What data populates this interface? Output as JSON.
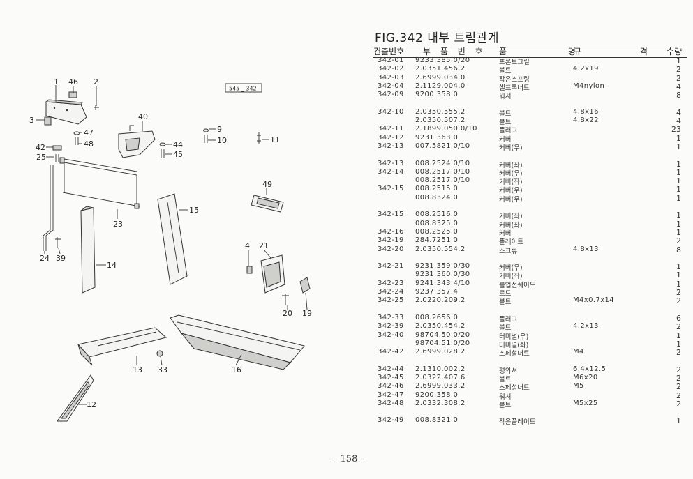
{
  "figure_title": "FIG.342 내부 트림관계",
  "headers": {
    "index": "건출번호",
    "part_no": "부 품 번 호",
    "name": "품 명",
    "spec": "규 격",
    "qty": "수량"
  },
  "reference_box": "545 _ 342",
  "page_number": "- 158 -",
  "callouts": [
    "1",
    "46",
    "2",
    "3",
    "47",
    "48",
    "42",
    "25",
    "40",
    "44",
    "45",
    "9",
    "10",
    "11",
    "23",
    "49",
    "15",
    "4",
    "21",
    "24",
    "39",
    "14",
    "20",
    "19",
    "13",
    "33",
    "16",
    "12"
  ],
  "rows": [
    {
      "idx": "342-01",
      "pn": "9233.385.0/20",
      "name": "프론트그릴",
      "spec": "",
      "qty": "1"
    },
    {
      "idx": "342-02",
      "pn": "2.0351.456.2",
      "name": "볼트",
      "spec": "4.2x19",
      "qty": "2"
    },
    {
      "idx": "342-03",
      "pn": "2.6999.034.0",
      "name": "작은스프링",
      "spec": "",
      "qty": "2"
    },
    {
      "idx": "342-04",
      "pn": "2.1129.004.0",
      "name": "셀프록너트",
      "spec": "M4nylon",
      "qty": "4"
    },
    {
      "idx": "342-09",
      "pn": "9200.358.0",
      "name": "워셔",
      "spec": "",
      "qty": "8"
    },
    {
      "gap": true
    },
    {
      "idx": "342-10",
      "pn": "2.0350.555.2",
      "name": "볼트",
      "spec": "4.8x16",
      "qty": "4"
    },
    {
      "idx": "",
      "pn": "2.0350.507.2",
      "name": "볼트",
      "spec": "4.8x22",
      "qty": "4"
    },
    {
      "idx": "342-11",
      "pn": "2.1899.050.0/10",
      "name": "플러그",
      "spec": "",
      "qty": "23"
    },
    {
      "idx": "342-12",
      "pn": "9231.363.0",
      "name": "커버",
      "spec": "",
      "qty": "1"
    },
    {
      "idx": "342-13",
      "pn": "007.5821.0/10",
      "name": "커버(우)",
      "spec": "",
      "qty": "1"
    },
    {
      "gap": true
    },
    {
      "idx": "342-13",
      "pn": "008.2524.0/10",
      "name": "커버(좌)",
      "spec": "",
      "qty": "1"
    },
    {
      "idx": "342-14",
      "pn": "008.2517.0/10",
      "name": "커버(우)",
      "spec": "",
      "qty": "1"
    },
    {
      "idx": "",
      "pn": "008.2517.0/10",
      "name": "커버(좌)",
      "spec": "",
      "qty": "1"
    },
    {
      "idx": "342-15",
      "pn": "008.2515.0",
      "name": "커버(우)",
      "spec": "",
      "qty": "1"
    },
    {
      "idx": "",
      "pn": "008.8324.0",
      "name": "커버(우)",
      "spec": "",
      "qty": "1"
    },
    {
      "gap": true
    },
    {
      "idx": "342-15",
      "pn": "008.2516.0",
      "name": "커버(좌)",
      "spec": "",
      "qty": "1"
    },
    {
      "idx": "",
      "pn": "008.8325.0",
      "name": "커버(좌)",
      "spec": "",
      "qty": "1"
    },
    {
      "idx": "342-16",
      "pn": "008.2525.0",
      "name": "커버",
      "spec": "",
      "qty": "1"
    },
    {
      "idx": "342-19",
      "pn": "284.7251.0",
      "name": "플레이트",
      "spec": "",
      "qty": "2"
    },
    {
      "idx": "342-20",
      "pn": "2.0350.554.2",
      "name": "스크류",
      "spec": "4.8x13",
      "qty": "8"
    },
    {
      "gap": true
    },
    {
      "idx": "342-21",
      "pn": "9231.359.0/30",
      "name": "커버(우)",
      "spec": "",
      "qty": "1"
    },
    {
      "idx": "",
      "pn": "9231.360.0/30",
      "name": "커버(좌)",
      "spec": "",
      "qty": "1"
    },
    {
      "idx": "342-23",
      "pn": "9241.343.4/10",
      "name": "롤업선쉐이드",
      "spec": "",
      "qty": "1"
    },
    {
      "idx": "342-24",
      "pn": "9237.357.4",
      "name": "로드",
      "spec": "",
      "qty": "2"
    },
    {
      "idx": "342-25",
      "pn": "2.0220.209.2",
      "name": "볼트",
      "spec": "M4x0.7x14",
      "qty": "2"
    },
    {
      "gap": true
    },
    {
      "idx": "342-33",
      "pn": "008.2656.0",
      "name": "플러그",
      "spec": "",
      "qty": "6"
    },
    {
      "idx": "342-39",
      "pn": "2.0350.454.2",
      "name": "볼트",
      "spec": "4.2x13",
      "qty": "2"
    },
    {
      "idx": "342-40",
      "pn": "98704.50.0/20",
      "name": "터미널(우)",
      "spec": "",
      "qty": "1"
    },
    {
      "idx": "",
      "pn": "98704.51.0/20",
      "name": "터미널(좌)",
      "spec": "",
      "qty": "1"
    },
    {
      "idx": "342-42",
      "pn": "2.6999.028.2",
      "name": "스페셜너트",
      "spec": "M4",
      "qty": "2"
    },
    {
      "gap": true
    },
    {
      "idx": "342-44",
      "pn": "2.1310.002.2",
      "name": "평와셔",
      "spec": "6.4x12.5",
      "qty": "2"
    },
    {
      "idx": "342-45",
      "pn": "2.0322.407.6",
      "name": "볼트",
      "spec": "M6x20",
      "qty": "2"
    },
    {
      "idx": "342-46",
      "pn": "2.6999.033.2",
      "name": "스페셜너트",
      "spec": "M5",
      "qty": "2"
    },
    {
      "idx": "342-47",
      "pn": "9200.358.0",
      "name": "워셔",
      "spec": "",
      "qty": "2"
    },
    {
      "idx": "342-48",
      "pn": "2.0332.308.2",
      "name": "볼트",
      "spec": "M5x25",
      "qty": "2"
    },
    {
      "gap": true
    },
    {
      "idx": "342-49",
      "pn": "008.8321.0",
      "name": "작은플레이트",
      "spec": "",
      "qty": "1"
    }
  ]
}
